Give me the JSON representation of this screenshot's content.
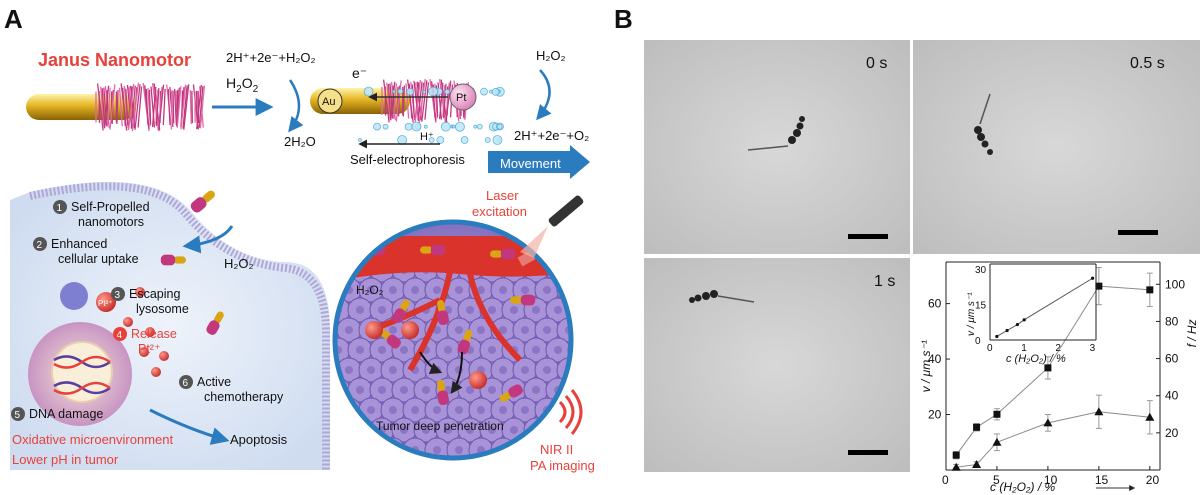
{
  "panelA": {
    "label": "A",
    "title": "Janus Nanomotor",
    "reaction": {
      "h2o2_left": "H2O2",
      "h2o2_sub_left": "2",
      "top_eq": "2H⁺+2e⁻+H₂O₂",
      "water": "2H₂O",
      "electron": "e⁻",
      "au": "Au",
      "pt": "Pt",
      "proton": "H⁺",
      "self_electrophoresis": "Self-electrophoresis",
      "right_h2o2": "H₂O₂",
      "right_eq": "2H⁺+2e⁻+O₂",
      "movement": "Movement"
    },
    "steps": [
      {
        "num": "1",
        "text1": "Self-Propelled",
        "text2": "nanomotors"
      },
      {
        "num": "2",
        "text1": "Enhanced",
        "text2": "cellular uptake"
      },
      {
        "num": "3",
        "text1": "Escaping",
        "text2": "lysosome"
      },
      {
        "num": "4",
        "text1": "Release",
        "text2": "Pt²⁺"
      },
      {
        "num": "5",
        "text1": "DNA damage",
        "text2": ""
      },
      {
        "num": "6",
        "text1": "Active",
        "text2": "chemotherapy"
      }
    ],
    "cell_h2o2": "H₂O₂",
    "pt_ion": "Pt²⁺",
    "apoptosis": "Apoptosis",
    "micro1": "Oxidative microenvironment",
    "micro2": "Lower pH in tumor",
    "laser1": "Laser",
    "laser2": "excitation",
    "tumor_h2o2": "H₂O₂",
    "tumor_caption": "Tumor deep penetration",
    "nir1": "NIR II",
    "nir2": "PA imaging",
    "colors": {
      "accent_red": "#e8413a",
      "blue": "#2b7bbf",
      "pink": "#c2387e",
      "gold": "#d9a514"
    }
  },
  "panelB": {
    "label": "B",
    "frames": [
      {
        "time": "0 s"
      },
      {
        "time": "0.5 s"
      },
      {
        "time": "1 s"
      }
    ]
  },
  "chart_data": {
    "type": "line",
    "x": [
      1,
      3,
      5,
      10,
      15,
      20
    ],
    "xlabel": "c (H₂O₂) / %",
    "ylabel_left": "v / μm s⁻¹",
    "ylabel_right": "f / Hz",
    "xticks": [
      0,
      5,
      10,
      15,
      20
    ],
    "yticks_left": [
      20,
      40,
      60
    ],
    "yticks_right": [
      20,
      40,
      60,
      80,
      100
    ],
    "series": [
      {
        "axis": "right",
        "marker": "square",
        "values": [
          8,
          23,
          30,
          55,
          99,
          97
        ],
        "err": [
          2,
          2,
          3,
          6,
          10,
          9
        ]
      },
      {
        "axis": "left",
        "marker": "triangle",
        "values": [
          1,
          2,
          10,
          17,
          21,
          19
        ],
        "err": [
          1,
          1,
          3,
          3,
          6,
          6
        ]
      }
    ],
    "inset": {
      "xlabel": "c (H₂O₂) / %",
      "ylabel": "v / μm s⁻¹",
      "xticks": [
        0,
        1,
        2,
        3
      ],
      "yticks": [
        0,
        15,
        30
      ],
      "x": [
        0.2,
        0.5,
        0.8,
        1.0,
        3.0
      ],
      "y": [
        1.5,
        4,
        6.5,
        8.5,
        26
      ]
    }
  }
}
